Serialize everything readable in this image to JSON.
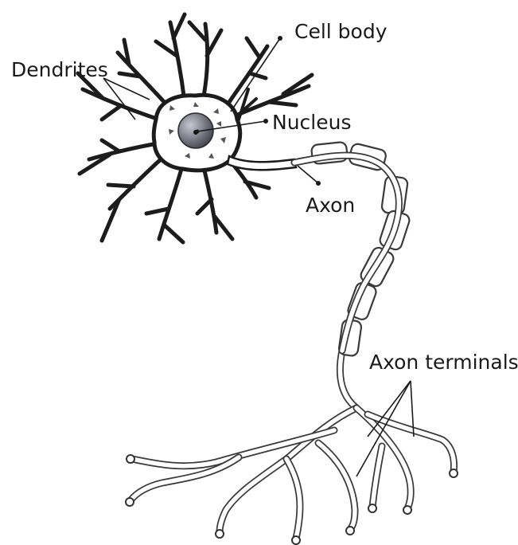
{
  "labels": {
    "cell_body": "Cell body",
    "dendrites": "Dendrites",
    "nucleus": "Nucleus",
    "axon": "Axon",
    "axon_terminals": "Axon terminals"
  },
  "colors": {
    "ink": "#1a1a1a",
    "background": "#ffffff",
    "nucleus_dark": "#3c3c46",
    "nucleus_light": "#c8c8d2"
  }
}
